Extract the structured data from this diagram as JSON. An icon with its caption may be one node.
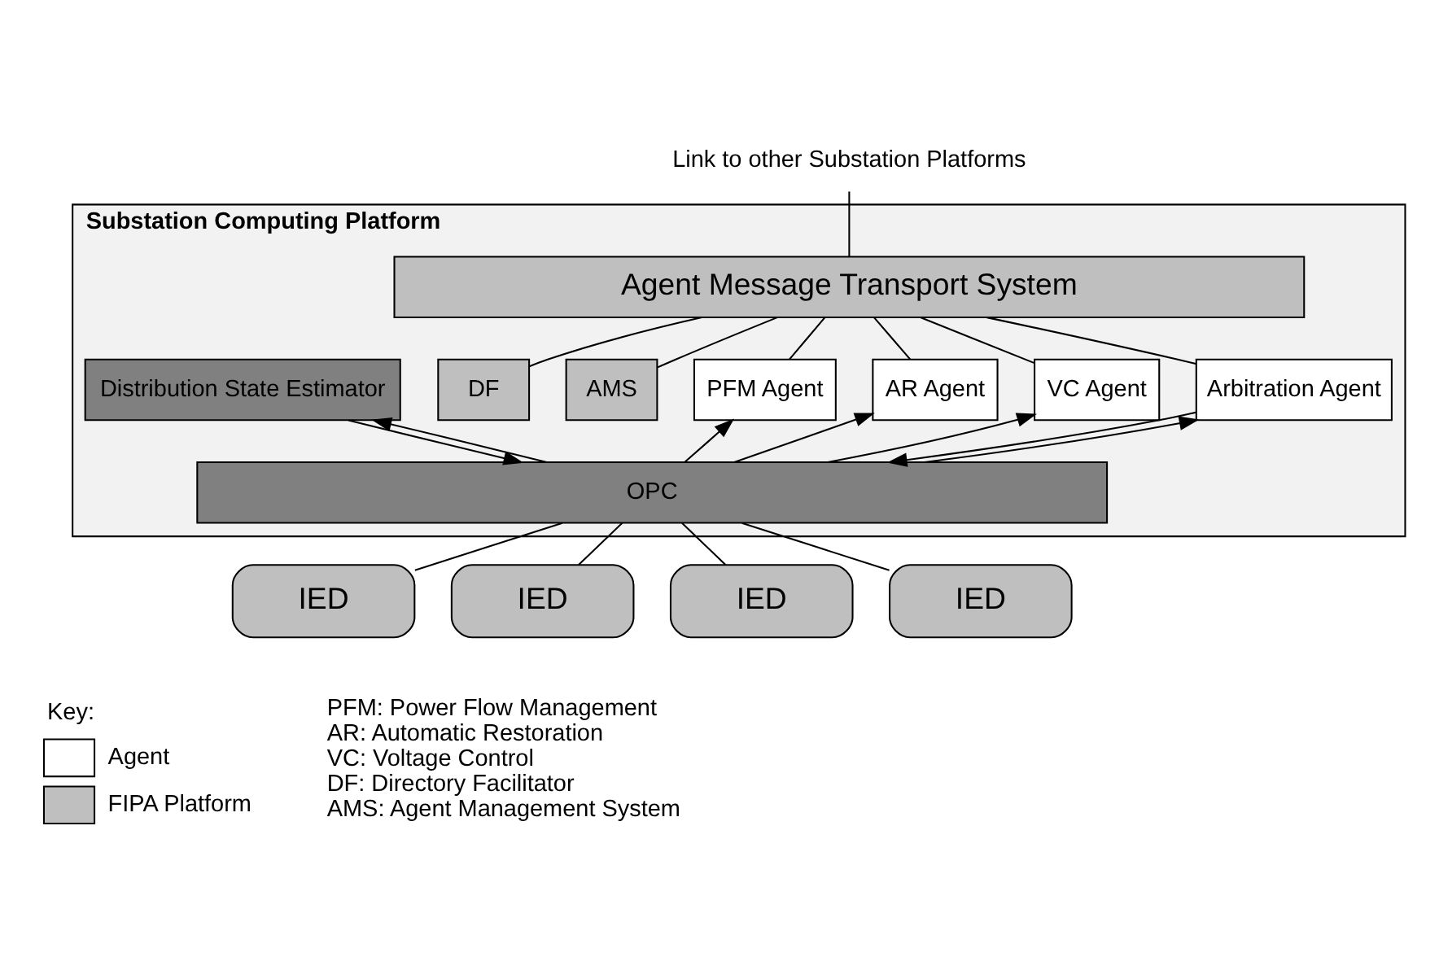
{
  "diagram": {
    "nodes": [
      {
        "text": [
          "Substation Computing Platform"
        ]
      },
      {
        "text": [
          "Agent Message Transport System"
        ],
        "in": 0
      },
      {
        "text": [
          "DF"
        ],
        "in": 0
      },
      {
        "text": [
          "AMS"
        ],
        "in": 0
      },
      {
        "text": [
          "PFM Agent"
        ],
        "in": 0
      },
      {
        "text": [
          "AR Agent"
        ],
        "in": 0
      },
      {
        "text": [
          "Distribution State Estimator"
        ],
        "in": 0
      },
      {
        "text": [
          "VC Agent"
        ],
        "in": 0
      },
      {
        "text": [
          "Arbitration Agent"
        ],
        "in": 0
      },
      {
        "text": [
          "OPC"
        ],
        "in": 0
      },
      {
        "text": [
          "IED"
        ]
      },
      {
        "text": [
          "IED"
        ]
      },
      {
        "text": [
          "IED"
        ]
      },
      {
        "text": [
          "IED"
        ]
      },
      {
        "text": [
          "Link to other Substation Platforms"
        ]
      }
    ],
    "edges": [
      {
        "from": 14,
        "to": 1,
        "arrow": "none"
      },
      {
        "from": 1,
        "to": 2,
        "arrow": "none"
      },
      {
        "from": 1,
        "to": 3,
        "arrow": "none"
      },
      {
        "from": 1,
        "to": 4,
        "arrow": "none"
      },
      {
        "from": 1,
        "to": 7,
        "arrow": "none"
      },
      {
        "from": 1,
        "to": 5,
        "arrow": "none"
      },
      {
        "from": 1,
        "to": 8,
        "arrow": "none"
      },
      {
        "from": 9,
        "to": 6,
        "arrow": "to"
      },
      {
        "from": 6,
        "to": 9,
        "arrow": "to"
      },
      {
        "from": 9,
        "to": 4,
        "arrow": "to"
      },
      {
        "from": 9,
        "to": 7,
        "arrow": "to"
      },
      {
        "from": 9,
        "to": 5,
        "arrow": "to"
      },
      {
        "from": 9,
        "to": 8,
        "arrow": "to"
      },
      {
        "from": 8,
        "to": 9,
        "arrow": "to"
      },
      {
        "from": 9,
        "to": 10,
        "arrow": "none"
      },
      {
        "from": 9,
        "to": 11,
        "arrow": "none"
      },
      {
        "from": 9,
        "to": 12,
        "arrow": "none"
      },
      {
        "from": 9,
        "to": 13,
        "arrow": "none"
      }
    ],
    "labels": [
      "Key:",
      "PFM: Power Flow Management",
      "AR: Automatic Restoration",
      "VC: Voltage Control",
      "DF: Directory Facilitator",
      "AMS: Agent Management System"
    ],
    "legend": [
      {
        "text": "Agent",
        "color": "#ffffff"
      },
      {
        "text": "FIPA Platform",
        "color": "#bfbfbf"
      }
    ]
  }
}
